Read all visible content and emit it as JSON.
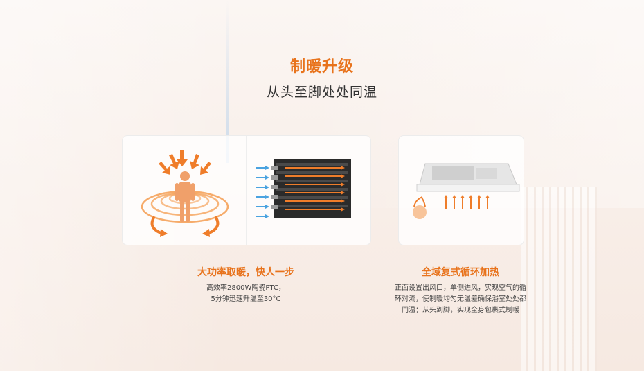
{
  "header": {
    "title": "制暖升级",
    "subtitle": "从头至脚处处同温"
  },
  "features": [
    {
      "title": "大功率取暖，快人一步",
      "desc_lines": [
        "高效率2800W陶瓷PTC，",
        "5分钟迅速升温至30°C"
      ]
    },
    {
      "title": "全域复式循环加热",
      "desc_lines": [
        "正面设置出风口，单侧进风，实现空气的循",
        "环对流，使制暖均匀无温差确保浴室处处都",
        "同温；从头到脚，实现全身包裹式制暖"
      ]
    }
  ],
  "colors": {
    "accent": "#e8731c",
    "accent_light": "#f5a25a",
    "arrow_blue": "#4aa3e0",
    "text_dark": "#333333"
  },
  "icons": [
    "human-body-heat-icon",
    "ptc-heater-icon",
    "bath-heater-unit-icon"
  ]
}
